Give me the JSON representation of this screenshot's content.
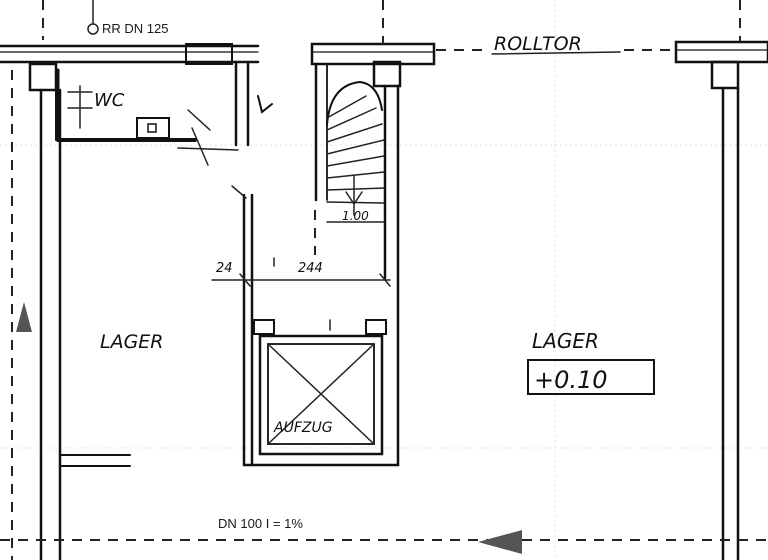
{
  "labels": {
    "rr_pipe": "RR DN 125",
    "rolltor": "ROLLTOR",
    "wc": "WC",
    "stair_step": "1.00",
    "dim_left": "24",
    "dim_right": "244",
    "lager_left": "LAGER",
    "lager_right": "LAGER",
    "level": "+0.10",
    "elevator": "AUFZUG",
    "drain_pipe": "DN 100 I = 1%"
  },
  "colors": {
    "ink": "#111111",
    "paper": "#ffffff",
    "arrow": "#555555"
  }
}
